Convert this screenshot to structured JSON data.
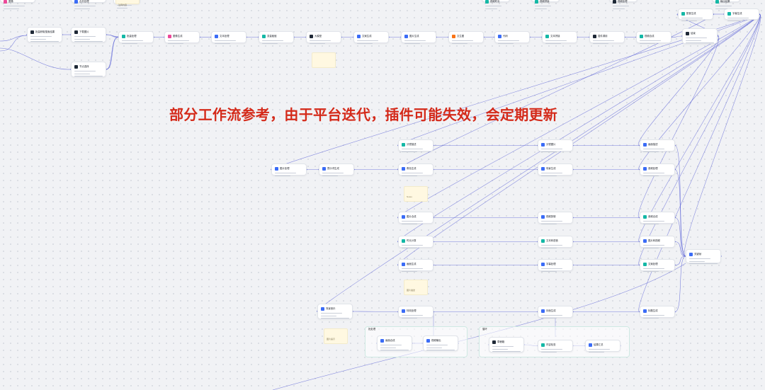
{
  "banner": {
    "text": "部分工作流参考，由于平台迭代，插件可能失效，会定期更新"
  },
  "colors": {
    "edge": "#5b63d6",
    "banner": "#d42a1a",
    "note_bg": "#fff8e1",
    "icon_teal": "#14b8a6",
    "icon_blue": "#3b6cf6",
    "icon_pink": "#ec4899",
    "icon_orange": "#f97316",
    "icon_dark": "#1f2937"
  },
  "workflow": {
    "nodes": [
      {
        "title": "批量获取搜索结果",
        "icon": "icon_dark"
      },
      {
        "title": "下载图片",
        "icon": "icon_dark"
      },
      {
        "title": "节点选择",
        "icon": "icon_dark"
      },
      {
        "title": "批量处理",
        "icon": "icon_teal"
      },
      {
        "title": "图像生成",
        "icon": "icon_pink"
      },
      {
        "title": "文本处理",
        "icon": "icon_blue"
      },
      {
        "title": "变量赋值",
        "icon": "icon_teal"
      },
      {
        "title": "大模型",
        "icon": "icon_dark"
      },
      {
        "title": "文案生成",
        "icon": "icon_blue"
      },
      {
        "title": "图片生成",
        "icon": "icon_blue"
      },
      {
        "title": "文生图",
        "icon": "icon_orange"
      },
      {
        "title": "代码",
        "icon": "icon_blue"
      },
      {
        "title": "文本拼接",
        "icon": "icon_teal"
      },
      {
        "title": "插件调用",
        "icon": "icon_dark"
      },
      {
        "title": "视频合成",
        "icon": "icon_teal"
      },
      {
        "title": "结束",
        "icon": "icon_dark"
      },
      {
        "title": "配音生成",
        "icon": "icon_teal"
      },
      {
        "title": "字幕生成",
        "icon": "icon_teal"
      },
      {
        "title": "分镜描述",
        "icon": "icon_teal"
      },
      {
        "title": "分镜图片",
        "icon": "icon_blue"
      },
      {
        "title": "画面描述",
        "icon": "icon_blue"
      },
      {
        "title": "图片处理",
        "icon": "icon_blue"
      },
      {
        "title": "提示词生成",
        "icon": "icon_blue"
      },
      {
        "title": "角色生成",
        "icon": "icon_blue"
      },
      {
        "title": "场景生成",
        "icon": "icon_blue"
      },
      {
        "title": "音频处理",
        "icon": "icon_blue"
      },
      {
        "title": "图片合成",
        "icon": "icon_blue"
      },
      {
        "title": "视频剪辑",
        "icon": "icon_blue"
      },
      {
        "title": "音频合成",
        "icon": "icon_teal"
      },
      {
        "title": "时长计算",
        "icon": "icon_teal"
      },
      {
        "title": "文本转语音",
        "icon": "icon_teal"
      },
      {
        "title": "图片转视频",
        "icon": "icon_blue"
      },
      {
        "title": "画面生成",
        "icon": "icon_blue"
      },
      {
        "title": "字幕处理",
        "icon": "icon_blue"
      },
      {
        "title": "文案处理",
        "icon": "icon_teal"
      },
      {
        "title": "关键帧",
        "icon": "icon_blue"
      },
      {
        "title": "背景音乐",
        "icon": "icon_blue"
      },
      {
        "title": "特效处理",
        "icon": "icon_blue"
      },
      {
        "title": "封面生成",
        "icon": "icon_blue"
      },
      {
        "title": "标题生成",
        "icon": "icon_blue"
      },
      {
        "title": "画面合成",
        "icon": "icon_blue"
      },
      {
        "title": "视频输出",
        "icon": "icon_blue"
      },
      {
        "title": "草稿箱",
        "icon": "icon_dark"
      },
      {
        "title": "内容检查",
        "icon": "icon_teal"
      },
      {
        "title": "结果汇总",
        "icon": "icon_blue"
      },
      {
        "title": "输出结果",
        "icon": "icon_teal"
      },
      {
        "title": "合并处理",
        "icon": "icon_blue"
      },
      {
        "title": "图像",
        "icon": "icon_pink"
      },
      {
        "title": "生成",
        "icon": "icon_pink"
      },
      {
        "title": "视频处理",
        "icon": "icon_dark"
      },
      {
        "title": "视频时长",
        "icon": "icon_teal"
      },
      {
        "title": "视频拼接",
        "icon": "icon_teal"
      }
    ],
    "groups": [
      {
        "title": "批处理"
      },
      {
        "title": "循环"
      }
    ],
    "notes": [
      {
        "text": ""
      },
      {
        "text": "Notes"
      },
      {
        "text": "图片描述"
      },
      {
        "text": "图片提示"
      },
      {
        "text": "注释内容"
      }
    ]
  }
}
